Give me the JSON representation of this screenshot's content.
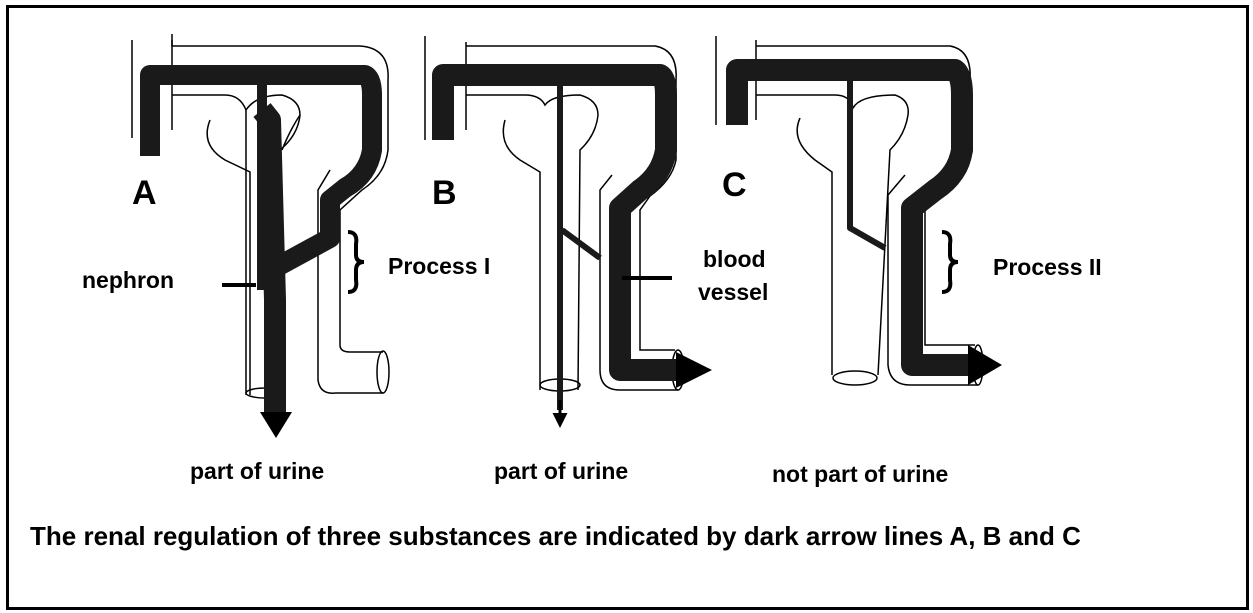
{
  "panels": [
    {
      "letter": "A",
      "outcome": "part of urine"
    },
    {
      "letter": "B",
      "outcome": "part of urine"
    },
    {
      "letter": "C",
      "outcome": "not part of urine"
    }
  ],
  "labels": {
    "nephron": "nephron",
    "process_1": "Process I",
    "blood_vessel_line1": "blood",
    "blood_vessel_line2": "vessel",
    "process_2": "Process II"
  },
  "caption": "The renal regulation of three substances are indicated by dark arrow lines A, B and C",
  "colors": {
    "ink": "#000000",
    "vessel_fill": "#1a1a1a",
    "background": "#ffffff"
  }
}
